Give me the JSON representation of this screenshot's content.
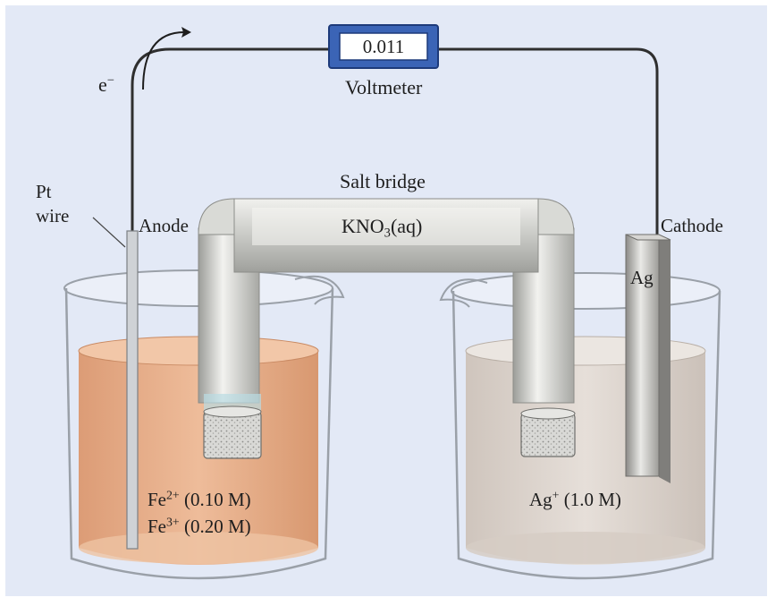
{
  "voltmeter": {
    "reading": "0.011",
    "label": "Voltmeter"
  },
  "electron": {
    "symbol": "e",
    "charge": "−"
  },
  "salt_bridge": {
    "label": "Salt bridge",
    "formula": "KNO",
    "subscript": "3",
    "phase": "(aq)"
  },
  "left_cell": {
    "wire_label_line1": "Pt",
    "wire_label_line2": "wire",
    "electrode_role": "Anode",
    "ion1": "Fe",
    "ion1_charge": "2+",
    "ion1_conc": " (0.10 M)",
    "ion2": "Fe",
    "ion2_charge": "3+",
    "ion2_conc": " (0.20 M)"
  },
  "right_cell": {
    "electrode_role": "Cathode",
    "electrode_label": "Ag",
    "ion": "Ag",
    "ion_charge": "+",
    "ion_conc": " (1.0 M)"
  },
  "colors": {
    "background": "#e3e9f6",
    "fe_solution": "#e8b08a",
    "ag_solution": "#dcd3cc",
    "voltmeter_body": "#3b64b6",
    "wire": "#2f2f2f"
  }
}
